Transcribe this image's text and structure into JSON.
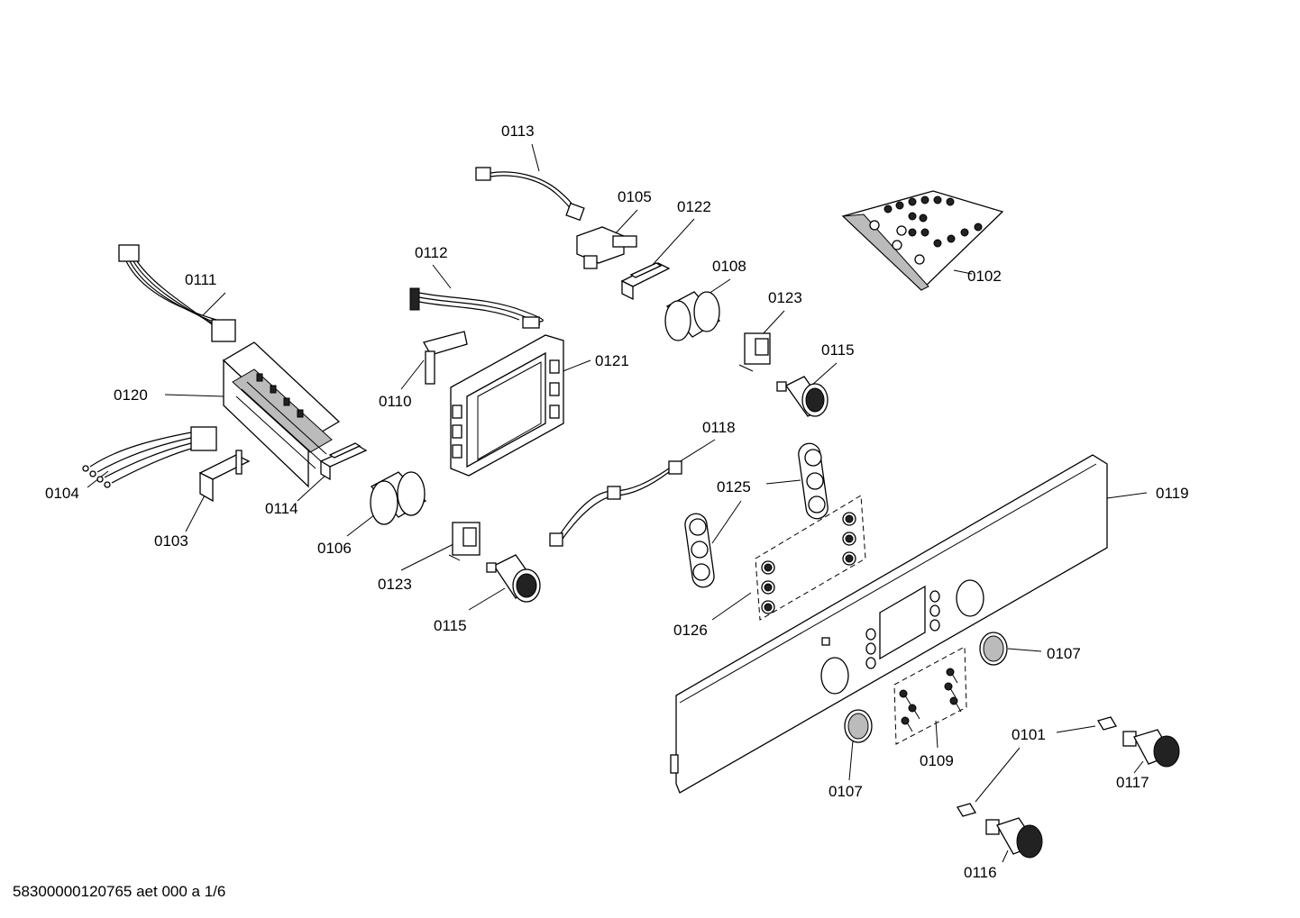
{
  "footer_text": "58300000120765 aet 000 a 1/6",
  "parts": {
    "p0101": "0101",
    "p0102": "0102",
    "p0103": "0103",
    "p0104": "0104",
    "p0105": "0105",
    "p0106": "0106",
    "p0107a": "0107",
    "p0107b": "0107",
    "p0108": "0108",
    "p0109": "0109",
    "p0110": "0110",
    "p0111": "0111",
    "p0112": "0112",
    "p0113": "0113",
    "p0114": "0114",
    "p0115a": "0115",
    "p0115b": "0115",
    "p0116": "0116",
    "p0117": "0117",
    "p0118": "0118",
    "p0119": "0119",
    "p0120": "0120",
    "p0121": "0121",
    "p0122": "0122",
    "p0123a": "0123",
    "p0123b": "0123",
    "p0125": "0125",
    "p0126": "0126"
  }
}
